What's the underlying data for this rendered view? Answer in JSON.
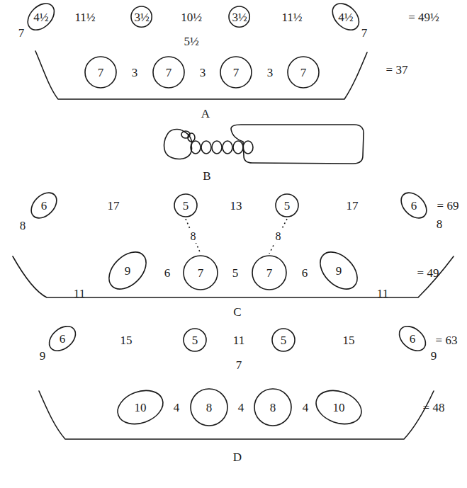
{
  "diagram": {
    "nodes": [
      {
        "text": [
          "4½"
        ]
      },
      {
        "text": [
          "3½"
        ]
      },
      {
        "text": [
          "3½"
        ]
      },
      {
        "text": [
          "4½"
        ]
      },
      {
        "text": [
          "7"
        ]
      },
      {
        "text": [
          "7"
        ]
      },
      {
        "text": [
          "7"
        ]
      },
      {
        "text": [
          "7"
        ]
      },
      {
        "text": [
          "6"
        ]
      },
      {
        "text": [
          "5"
        ]
      },
      {
        "text": [
          "5"
        ]
      },
      {
        "text": [
          "6"
        ]
      },
      {
        "text": [
          "9"
        ]
      },
      {
        "text": [
          "7"
        ]
      },
      {
        "text": [
          "7"
        ]
      },
      {
        "text": [
          "9"
        ]
      },
      {
        "text": [
          "6"
        ]
      },
      {
        "text": [
          "5"
        ]
      },
      {
        "text": [
          "5"
        ]
      },
      {
        "text": [
          "6"
        ]
      },
      {
        "text": [
          "10"
        ]
      },
      {
        "text": [
          "8"
        ]
      },
      {
        "text": [
          "8"
        ]
      },
      {
        "text": [
          "10"
        ]
      }
    ],
    "edges": [
      {
        "from": 9,
        "to": 13,
        "label": "8",
        "arrow": "none"
      },
      {
        "from": 10,
        "to": 14,
        "label": "8",
        "arrow": "none"
      }
    ],
    "labels": [
      "7",
      "11½",
      "10½",
      "11½",
      "7",
      "= 49½",
      "5½",
      "3",
      "3",
      "3",
      "= 37",
      "A",
      "B",
      "8",
      "17",
      "13",
      "17",
      "8",
      "= 69",
      "6",
      "5",
      "6",
      "11",
      "11",
      "= 49",
      "C",
      "9",
      "15",
      "11",
      "15",
      "9",
      "= 63",
      "7",
      "4",
      "4",
      "4",
      "= 48",
      "D"
    ]
  }
}
